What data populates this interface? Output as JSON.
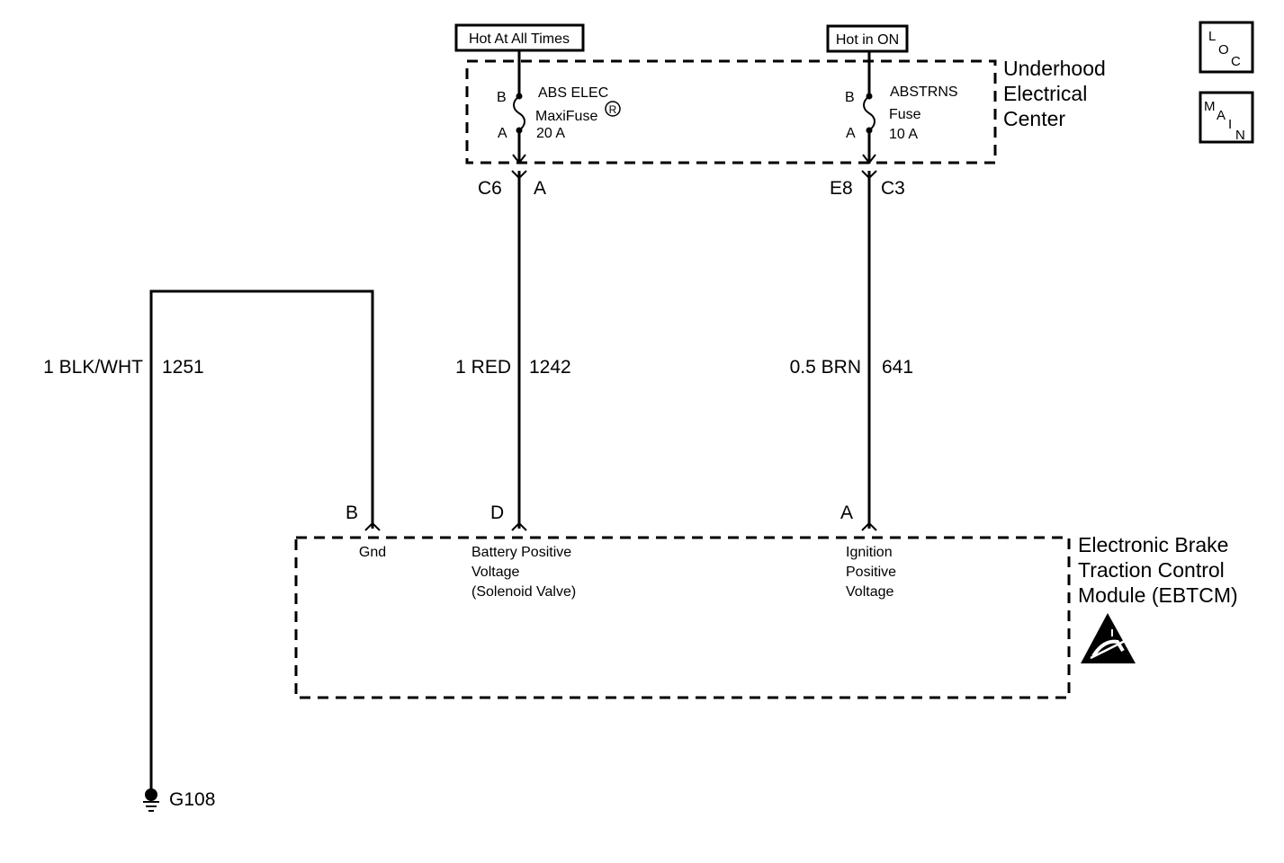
{
  "power_labels": {
    "hot_at_all_times": "Hot At All Times",
    "hot_in_on": "Hot in ON"
  },
  "underhood_center": {
    "name_lines": [
      "Underhood",
      "Electrical",
      "Center"
    ],
    "fuse_left": {
      "pin_top": "B",
      "pin_bottom": "A",
      "name": "ABS ELEC",
      "type": "MaxiFuse",
      "reg_mark": "R",
      "rating": "20 A"
    },
    "fuse_right": {
      "pin_top": "B",
      "pin_bottom": "A",
      "name": "ABSTRNS",
      "type": "Fuse",
      "rating": "10 A"
    },
    "connector_left": {
      "connector": "C6",
      "pin": "A"
    },
    "connector_right": {
      "connector": "E8",
      "pin": "C3"
    }
  },
  "wires": {
    "ground_wire": {
      "spec": "1 BLK/WHT",
      "circuit": "1251"
    },
    "battery_wire": {
      "spec": "1 RED",
      "circuit": "1242"
    },
    "ignition_wire": {
      "spec": "0.5 BRN",
      "circuit": "641"
    }
  },
  "module": {
    "name_lines": [
      "Electronic Brake",
      "Traction Control",
      "Module (EBTCM)"
    ],
    "pin_gnd": {
      "pin": "B",
      "label_lines": [
        "Gnd"
      ]
    },
    "pin_battery": {
      "pin": "D",
      "label_lines": [
        "Battery Positive",
        "Voltage",
        "(Solenoid Valve)"
      ]
    },
    "pin_ignition": {
      "pin": "A",
      "label_lines": [
        "Ignition",
        "Positive",
        "Voltage"
      ]
    },
    "esd_symbol": "esd-sensitive-icon"
  },
  "ground": {
    "label": "G108",
    "icon": "ground-icon"
  },
  "nav": {
    "loc": {
      "letters": [
        "L",
        "O",
        "C"
      ],
      "icon": "loc-icon"
    },
    "main": {
      "letters": [
        "M",
        "A",
        "I",
        "N"
      ],
      "icon": "main-icon"
    }
  }
}
